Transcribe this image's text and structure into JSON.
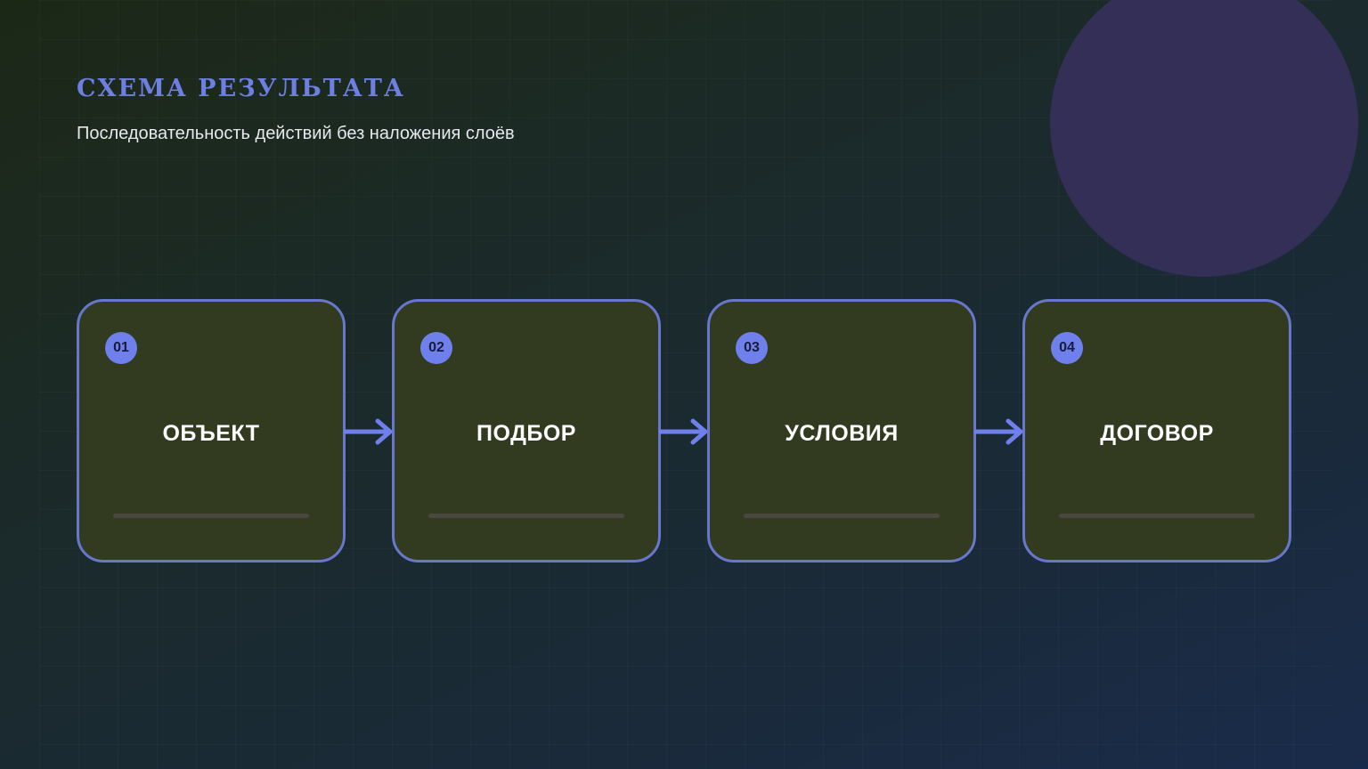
{
  "title": "СХЕМА РЕЗУЛЬТАТА",
  "subtitle": "Последовательность действий без наложения слоёв",
  "colors": {
    "accent": "#6f80ec",
    "card_border": "#6677cc",
    "card_fill": "#323b20",
    "decor_circle": "#342f56"
  },
  "steps": [
    {
      "number": "01",
      "label": "ОБЪЕКТ"
    },
    {
      "number": "02",
      "label": "ПОДБОР"
    },
    {
      "number": "03",
      "label": "УСЛОВИЯ"
    },
    {
      "number": "04",
      "label": "ДОГОВОР"
    }
  ]
}
